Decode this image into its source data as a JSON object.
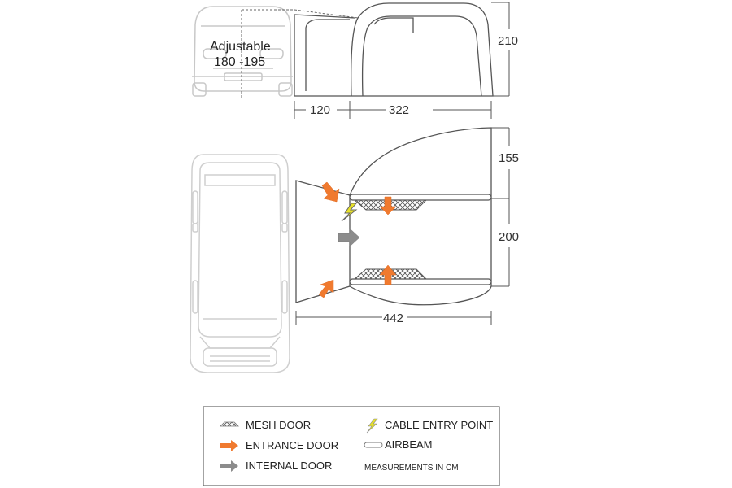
{
  "side_view": {
    "adjustable_line1": "Adjustable",
    "adjustable_line2": "180 -195",
    "height": "210",
    "width_annex": "120",
    "width_main": "322"
  },
  "top_view": {
    "depth_front": "155",
    "depth_rear": "200",
    "total_width": "442"
  },
  "legend": {
    "mesh_door": "MESH DOOR",
    "entrance_door": "ENTRANCE DOOR",
    "internal_door": "INTERNAL DOOR",
    "cable_entry_point": "CABLE ENTRY POINT",
    "airbeam": "AIRBEAM",
    "measurements_note": "MEASUREMENTS IN CM"
  },
  "colors": {
    "entrance_arrow": "#f07a2f",
    "internal_arrow": "#8c8c8c",
    "cable_bolt": "#e8e22a",
    "outline": "#555555",
    "vehicle_outline": "#c8c8c8"
  }
}
